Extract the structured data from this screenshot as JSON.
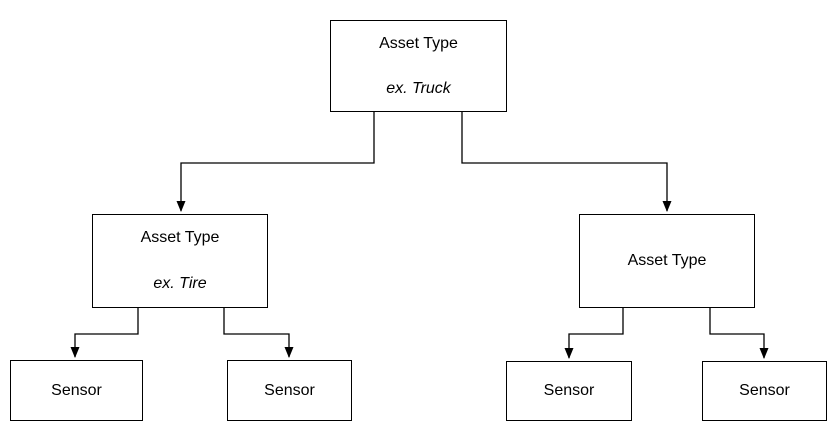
{
  "diagram": {
    "background": "#ffffff",
    "line_color": "#000000",
    "box_fill": "#ffffff",
    "box_border_color": "#000000",
    "nodes": {
      "root": {
        "title": "Asset Type",
        "example": "ex. Truck"
      },
      "left_child": {
        "title": "Asset Type",
        "example": "ex. Tire"
      },
      "right_child": {
        "title": "Asset Type"
      },
      "sensor_1": {
        "label": "Sensor"
      },
      "sensor_2": {
        "label": "Sensor"
      },
      "sensor_3": {
        "label": "Sensor"
      },
      "sensor_4": {
        "label": "Sensor"
      }
    }
  }
}
